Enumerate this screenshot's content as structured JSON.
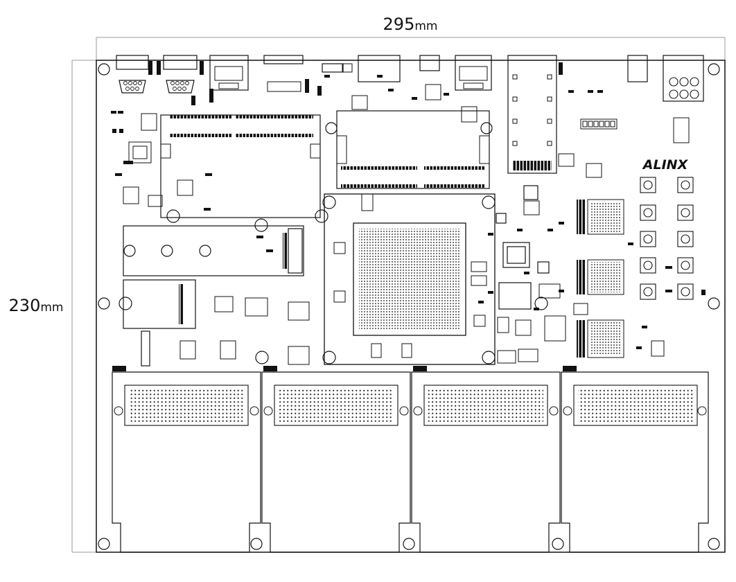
{
  "dimensions": {
    "width_value": "295",
    "width_unit": "mm",
    "height_value": "230",
    "height_unit": "mm"
  },
  "brand": "ALINX",
  "colors": {
    "line": "#111111",
    "dim_line": "#9a9a9a",
    "background": "#ffffff"
  }
}
